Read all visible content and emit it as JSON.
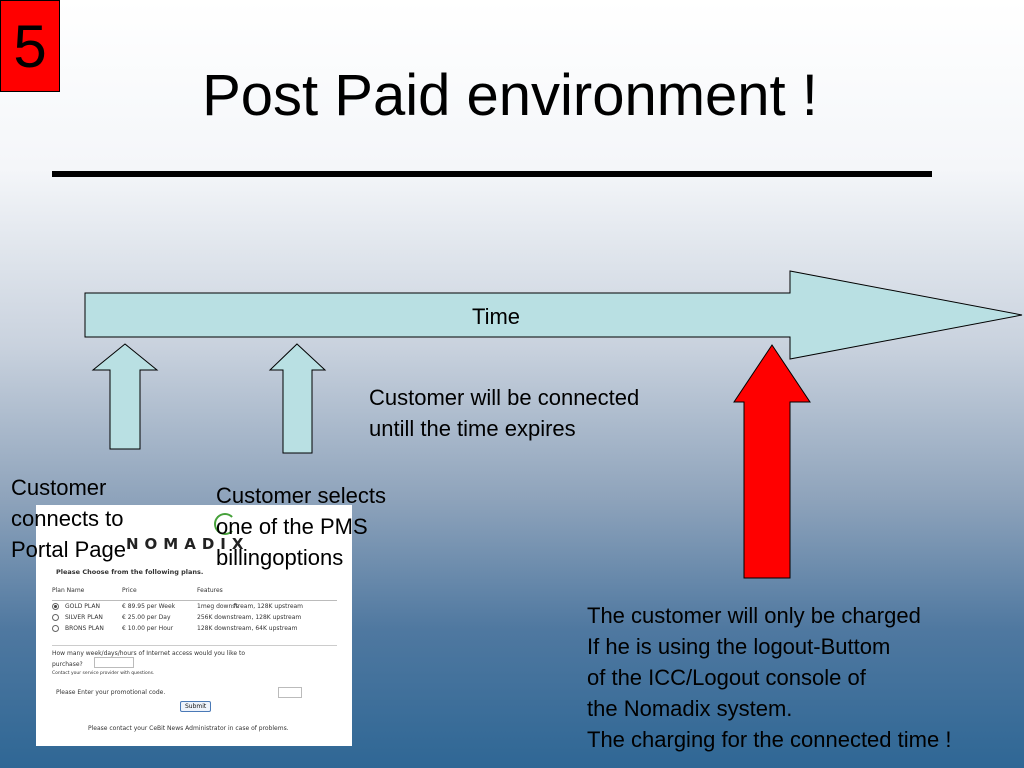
{
  "slide": {
    "number": "5",
    "title": "Post Paid environment !"
  },
  "diagram": {
    "timeline_label": "Time",
    "captions": {
      "connect": "Customer\nconnects to\nPortal Page",
      "select": "Customer selects\none of the PMS\nbillingoptions",
      "connected": "Customer will be connected\nuntill the time expires",
      "charged": "The customer will only be charged\nIf he is using the logout-Buttom\nof the ICC/Logout console of\nthe Nomadix system.\nThe charging for the connected time !"
    },
    "colors": {
      "timeline_fill": "#b9e0e3",
      "up_arrow_fill": "#b9e0e3",
      "charge_arrow_fill": "#ff0000",
      "slide_number_bg": "#ff0000"
    }
  },
  "portal": {
    "logo": "NOMADIX",
    "heading": "Please Choose from the following plans.",
    "columns": [
      "Plan Name",
      "Price",
      "Features"
    ],
    "plans": [
      {
        "name": "GOLD PLAN",
        "price": "€ 89.95 per Week",
        "features": "1meg downstream, 128K upstream",
        "selected": true
      },
      {
        "name": "SILVER PLAN",
        "price": "€ 25.00 per Day",
        "features": "256K downstream, 128K upstream",
        "selected": false
      },
      {
        "name": "BRONS PLAN",
        "price": "€ 10.00 per Hour",
        "features": "128K downstream, 64K upstream",
        "selected": false
      }
    ],
    "question_line1": "How many week/days/hours of Internet access would you like to",
    "question_line2": "purchase?",
    "contact_provider": "Contact your service provider with questions.",
    "promo_label": "Please Enter your promotional code.",
    "submit_label": "Submit",
    "contact_admin": "Please contact your CeBit News Administrator in case of problems."
  }
}
